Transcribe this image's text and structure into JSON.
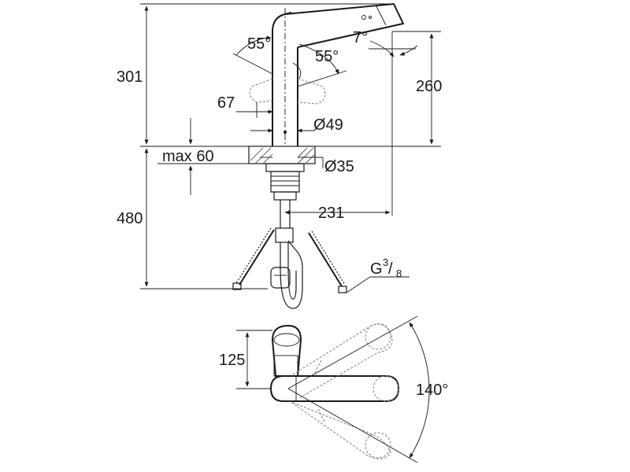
{
  "dimensions": {
    "height_total": "301",
    "height_spout": "260",
    "below_counter": "480",
    "max_deck": "max 60",
    "hole_dia": "Ø35",
    "body_dia": "Ø49",
    "reach": "231",
    "lever_offset": "67",
    "angle_left": "55°",
    "angle_right": "55°",
    "spout_tilt": "7°",
    "thread_main": "G",
    "thread_sup": "3",
    "thread_sub": "8",
    "swivel_height": "125",
    "swivel_angle": "140°"
  }
}
